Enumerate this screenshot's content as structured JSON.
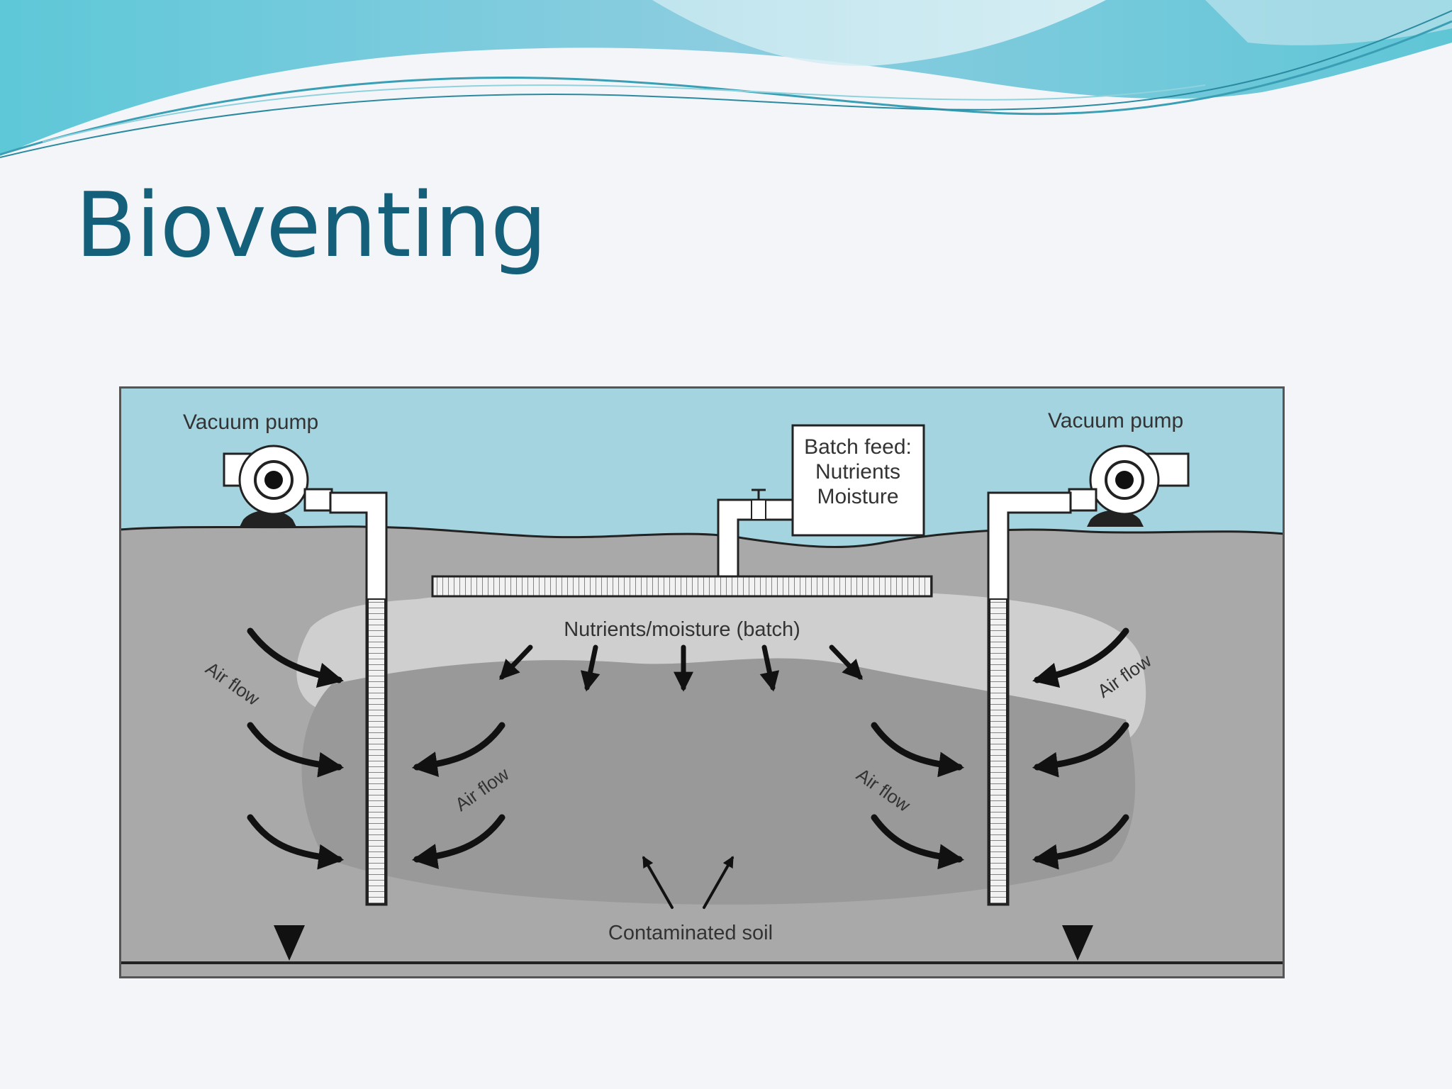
{
  "slide": {
    "title": "Bioventing"
  },
  "diagram": {
    "labels": {
      "vacuum_pump_left": "Vacuum pump",
      "vacuum_pump_right": "Vacuum pump",
      "batch_feed_line1": "Batch feed:",
      "batch_feed_line2": "Nutrients",
      "batch_feed_line3": "Moisture",
      "nutrients_moisture": "Nutrients/moisture (batch)",
      "air_flow_left_outer": "Air flow",
      "air_flow_left_inner": "Air flow",
      "air_flow_right_inner": "Air flow",
      "air_flow_right_outer": "Air flow",
      "contaminated_soil": "Contaminated soil"
    },
    "colors": {
      "sky": "#a4d4e0",
      "soil": "#a9a9a9",
      "moist_zone": "#cfcfcf",
      "contaminated_zone": "#999999",
      "title": "#145f79"
    }
  }
}
